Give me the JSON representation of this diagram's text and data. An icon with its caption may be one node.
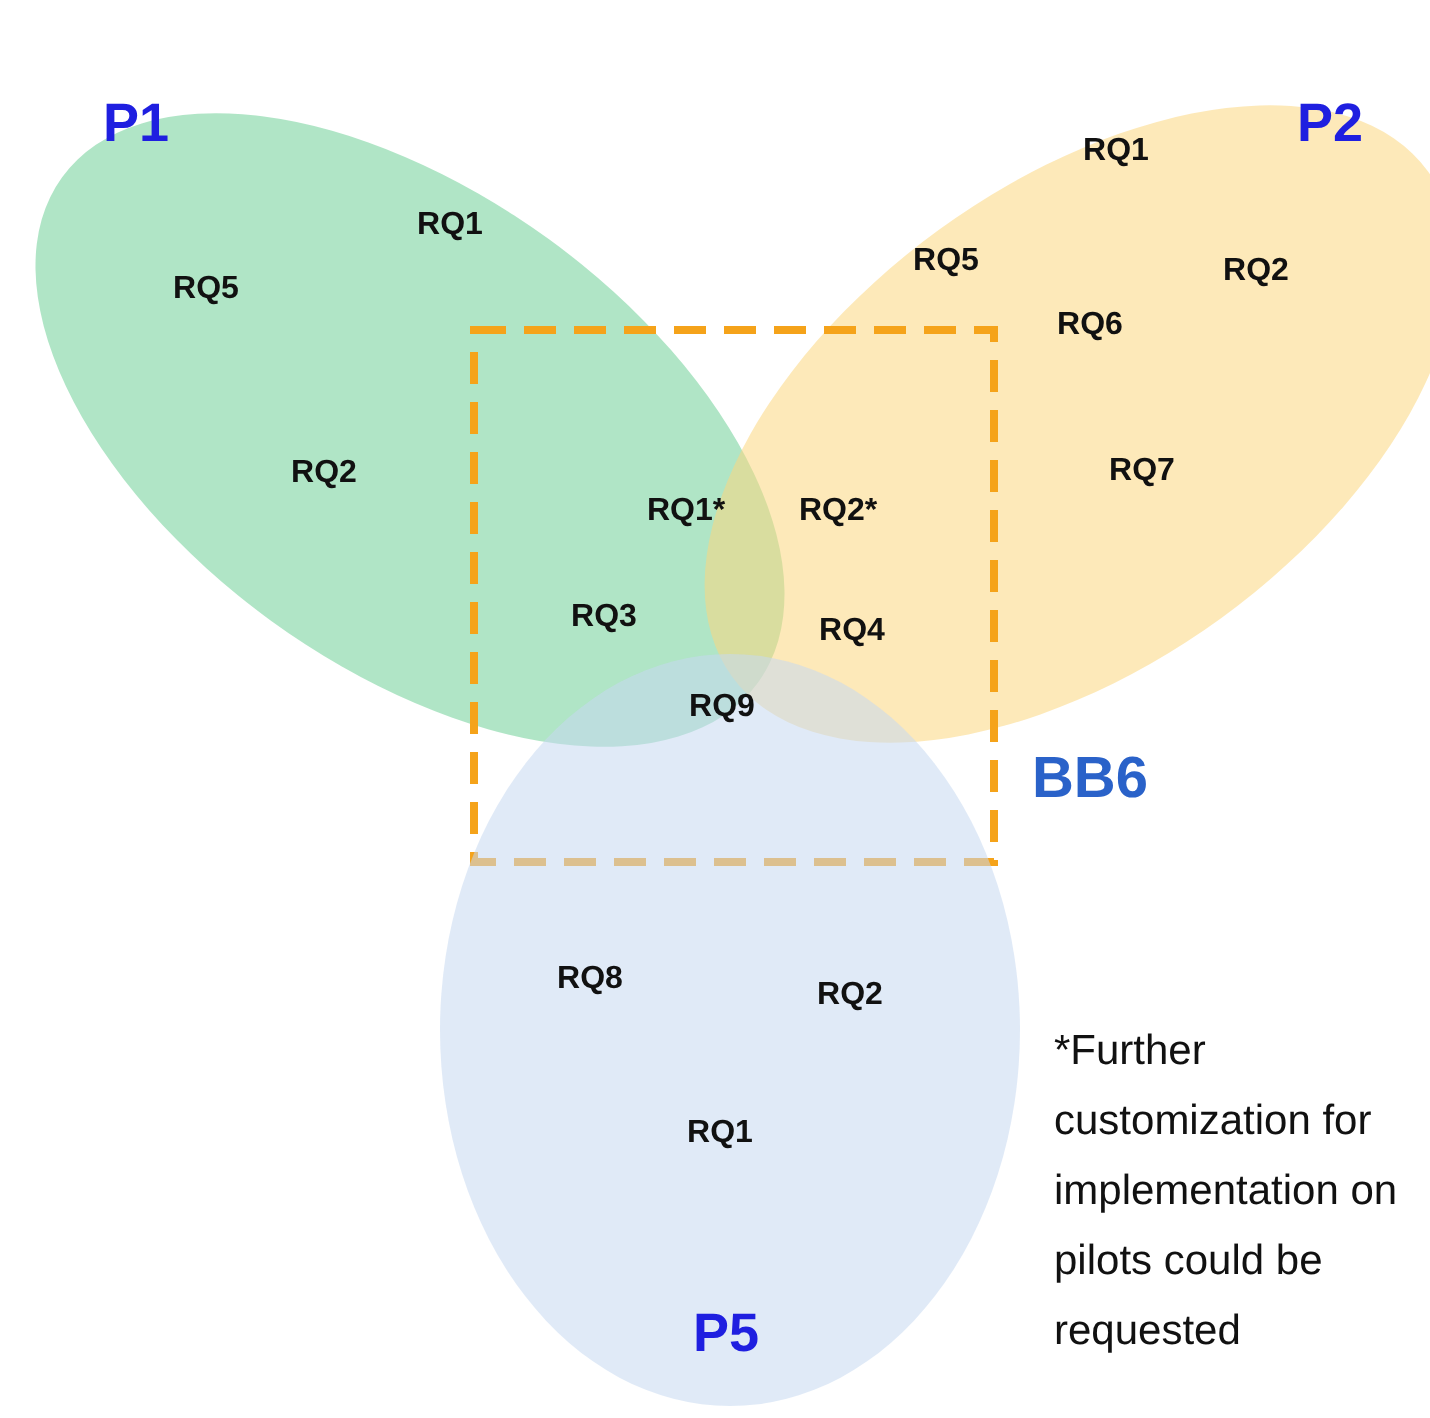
{
  "diagram": {
    "nodes": [
      {
        "text": [
          "P1",
          "RQ1",
          "RQ5",
          "RQ2"
        ]
      },
      {
        "text": [
          "P2",
          "RQ1",
          "RQ5",
          "RQ2",
          "RQ6",
          "RQ7"
        ]
      },
      {
        "text": [
          "BB6",
          "RQ1*",
          "RQ2*",
          "RQ3",
          "RQ4",
          "RQ9"
        ]
      },
      {
        "text": [
          "P5",
          "RQ8",
          "RQ2",
          "RQ1"
        ]
      }
    ],
    "labels": [
      "*Further customization for implementation on pilots could be requested"
    ]
  }
}
